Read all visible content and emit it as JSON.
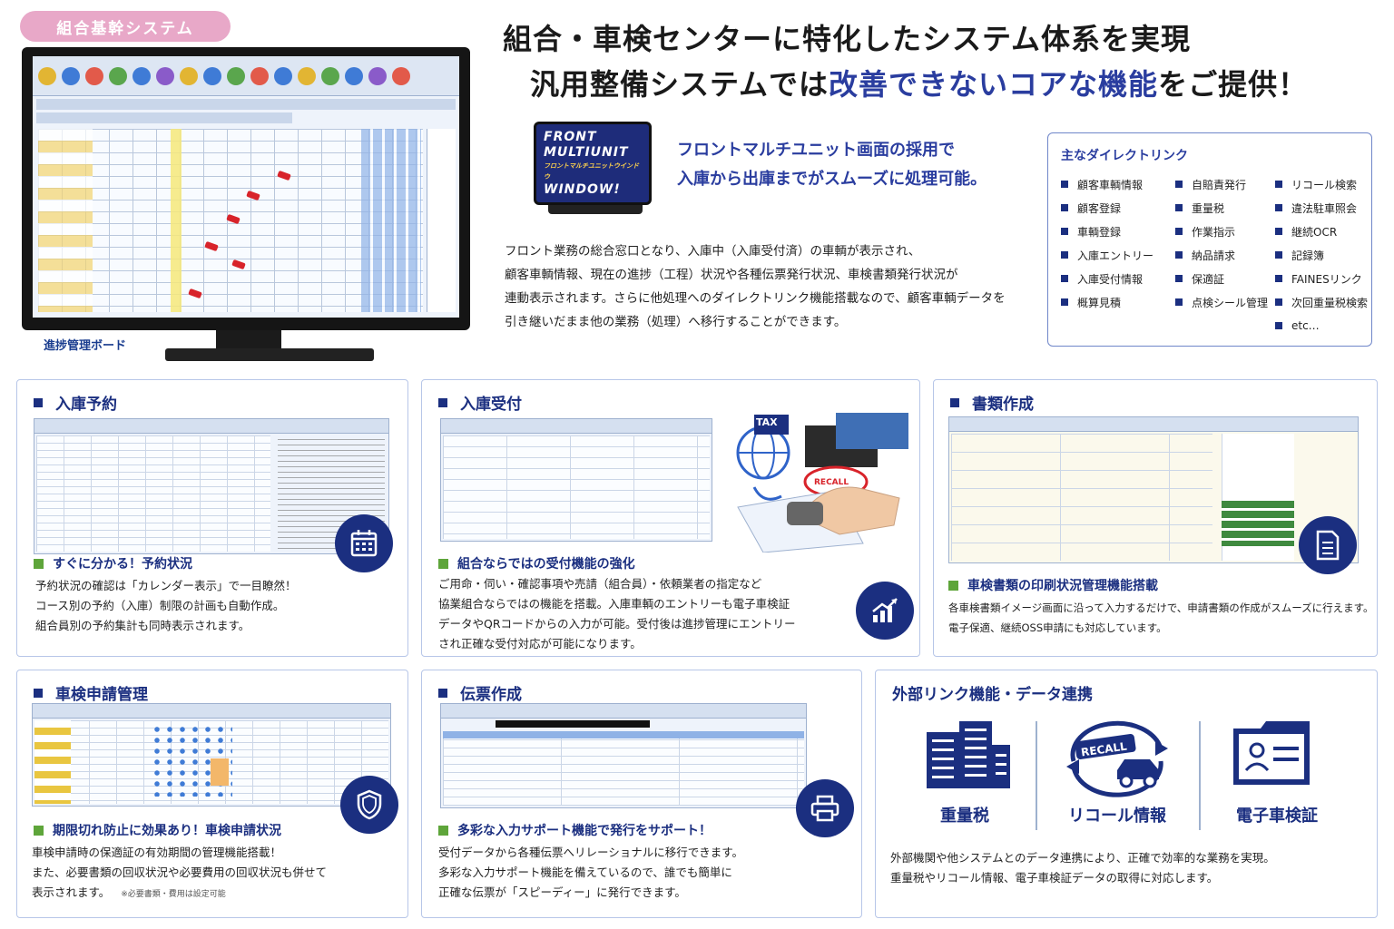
{
  "top": {
    "badge": "組合基幹システム",
    "headline_1": "組合・車検センターに特化したシステム体系を実現",
    "headline_2_a": "汎用整備システムでは",
    "headline_2_hl": "改善できないコアな機能",
    "headline_2_b": "をご提供！",
    "monitor_caption": "進捗管理ボード"
  },
  "front": {
    "logo_line1": "FRONT",
    "logo_line2": "MULTIUNIT",
    "logo_line3": "フロントマルチユニットウインドウ",
    "logo_line4": "WINDOW!",
    "lead_1": "フロントマルチユニット画面の採用で",
    "lead_2": "入庫から出庫までがスムーズに処理可能。",
    "desc": [
      "フロント業務の総合窓口となり、入庫中（入庫受付済）の車輌が表示され、",
      "顧客車輌情報、現在の進捗（工程）状況や各種伝票発行状況、車検書類発行状況が",
      "連動表示されます。さらに他処理へのダイレクトリンク機能搭載なので、顧客車輌データを",
      "引き継いだまま他の業務（処理）へ移行することができます。"
    ]
  },
  "direct_links": {
    "title": "主なダイレクトリンク",
    "items": [
      "顧客車輌情報",
      "自賠責発行",
      "リコール検索",
      "顧客登録",
      "重量税",
      "違法駐車照会",
      "車輌登録",
      "作業指示",
      "継続OCR",
      "入庫エントリー",
      "納品請求",
      "記録簿",
      "入庫受付情報",
      "保適証",
      "FAINESリンク",
      "概算見積",
      "点検シール管理",
      "次回重量税検索",
      "",
      "",
      "etc…"
    ]
  },
  "cards": {
    "reservation": {
      "title": "入庫予約",
      "sub": "すぐに分かる！予約状況",
      "text": [
        "予約状況の確認は「カレンダー表示」で一目瞭然！",
        "コース別の予約（入庫）制限の計画も自動作成。",
        "組合員別の予約集計も同時表示されます。"
      ]
    },
    "reception": {
      "title": "入庫受付",
      "tax_label": "TAX",
      "recall_label": "RECALL",
      "sub": "組合ならではの受付機能の強化",
      "text": [
        "ご用命・伺い・確認事項や売請（組合員）・依頼業者の指定など",
        "協業組合ならではの機能を搭載。入庫車輌のエントリーも電子車検証",
        "データやQRコードからの入力が可能。受付後は進捗管理にエントリー",
        "され正確な受付対応が可能になります。"
      ]
    },
    "documents": {
      "title": "書類作成",
      "sub": "車検書類の印刷状況管理機能搭載",
      "text": [
        "各車検書類イメージ画面に沿って入力するだけで、申請書類の作成がスムーズに行えます。",
        "電子保適、継続OSS申請にも対応しています。"
      ]
    },
    "inspection": {
      "title": "車検申請管理",
      "sub": "期限切れ防止に効果あり！車検申請状況",
      "text": [
        "車検申請時の保適証の有効期間の管理機能搭載！",
        "また、必要書類の回収状況や必要費用の回収状況も併せて",
        "表示されます。"
      ],
      "note": "※必要書類・費用は設定可能"
    },
    "slip": {
      "title": "伝票作成",
      "sub": "多彩な入力サポート機能で発行をサポート！",
      "text": [
        "受付データから各種伝票へリレーショナルに移行できます。",
        "多彩な入力サポート機能を備えているので、誰でも簡単に",
        "正確な伝票が「スピーディー」に発行できます。"
      ]
    },
    "external": {
      "title": "外部リンク機能・データ連携",
      "labels": [
        "重量税",
        "リコール情報",
        "電子車検証"
      ],
      "recall_badge": "RECALL",
      "text": [
        "外部機関や他システムとのデータ連携により、正確で効率的な業務を実現。",
        "重量税やリコール情報、電子車検証データの取得に対応します。"
      ]
    }
  },
  "colors": {
    "navy": "#1b2f80",
    "accent_blue": "#2a3d9f",
    "pink_badge": "#e8a8c8",
    "green_marker": "#5ea53a",
    "alert_red": "#d8232a"
  }
}
